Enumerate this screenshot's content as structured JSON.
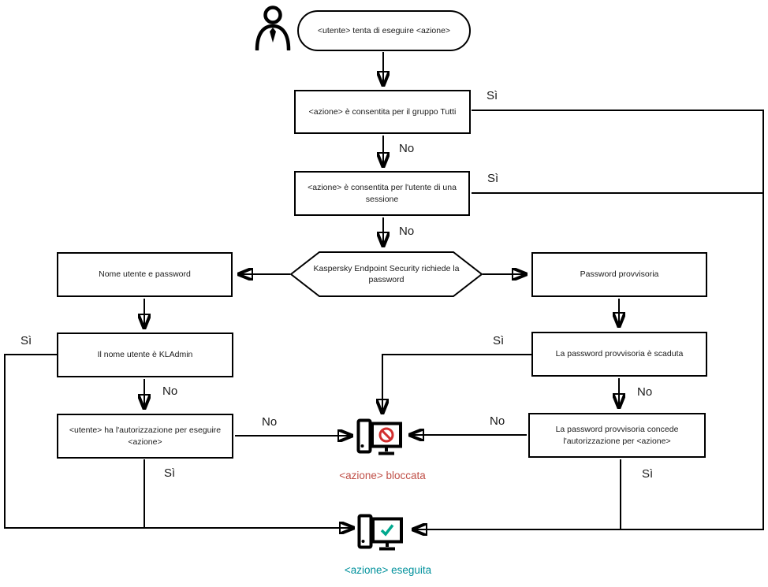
{
  "diagram": {
    "start": "<utente> tenta di eseguire <azione>",
    "nodes": {
      "allowed_group": "<azione> è consentita per il gruppo Tutti",
      "allowed_session": "<azione> è consentita per l'utente di una sessione",
      "password_prompt": "Kaspersky Endpoint Security richiede la password",
      "username_password": "Nome utente e password",
      "temp_password": "Password provvisoria",
      "is_kladmin": "Il nome utente è KLAdmin",
      "temp_expired": "La password provvisoria è scaduta",
      "user_authorized": "<utente> ha l'autorizzazione per eseguire <azione>",
      "temp_grants": "La password provvisoria concede l'autorizzazione per <azione>"
    },
    "labels": {
      "yes": "Sì",
      "no": "No"
    },
    "outcomes": {
      "blocked": "<azione> bloccata",
      "executed": "<azione> eseguita"
    },
    "colors": {
      "line": "#000000",
      "blocked_text": "#c05048",
      "executed_text": "#00919c",
      "blocked_icon": "#d22f2f",
      "executed_icon": "#00a88e"
    }
  }
}
